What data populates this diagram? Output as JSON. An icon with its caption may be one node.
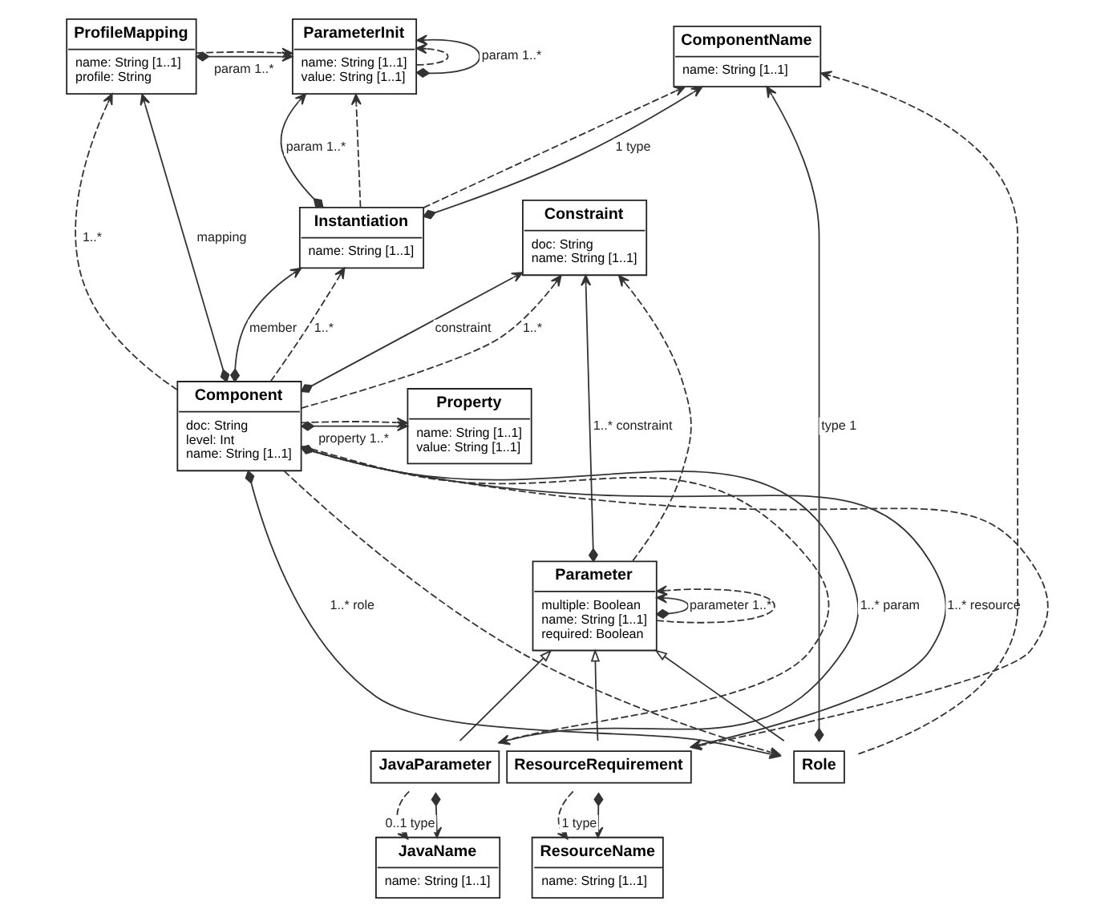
{
  "diagram": {
    "nodes": [
      {
        "text": [
          "ParameterInit",
          "name: String [1..1]",
          "value: String [1..1]"
        ]
      },
      {
        "text": [
          "ProfileMapping",
          "name: String [1..1]",
          "profile: String"
        ]
      },
      {
        "text": [
          "ComponentName",
          "name: String [1..1]"
        ]
      },
      {
        "text": [
          "Instantiation",
          "name: String [1..1]"
        ]
      },
      {
        "text": [
          "Constraint",
          "doc: String",
          "name: String [1..1]"
        ]
      },
      {
        "text": [
          "Component",
          "doc: String",
          "level: Int",
          "name: String [1..1]"
        ]
      },
      {
        "text": [
          "Property",
          "name: String [1..1]",
          "value: String [1..1]"
        ]
      },
      {
        "text": [
          "Parameter",
          "multiple: Boolean",
          "name: String [1..1]",
          "required: Boolean"
        ]
      },
      {
        "text": [
          "JavaParameter"
        ]
      },
      {
        "text": [
          "Role"
        ]
      },
      {
        "text": [
          "ResourceRequirement"
        ]
      },
      {
        "text": [
          "JavaName",
          "name: String [1..1]"
        ]
      },
      {
        "text": [
          "ResourceName",
          "name: String [1..1]"
        ]
      }
    ],
    "edges": [
      {
        "from": 0,
        "to": 0,
        "arrow": "to",
        "style": "dashed"
      },
      {
        "from": 0,
        "to": 0,
        "arrow": "to",
        "label": "param 1..*"
      },
      {
        "from": 1,
        "to": 0,
        "arrow": "to",
        "label": "param 1..*"
      },
      {
        "from": 1,
        "to": 0,
        "arrow": "to",
        "style": "dashed"
      },
      {
        "from": 3,
        "to": 0,
        "arrow": "to",
        "label": "param 1..*"
      },
      {
        "from": 3,
        "to": 0,
        "arrow": "to",
        "style": "dashed"
      },
      {
        "from": 3,
        "to": 2,
        "arrow": "to",
        "style": "dashed"
      },
      {
        "from": 3,
        "to": 2,
        "arrow": "to",
        "label": "1 type"
      },
      {
        "from": 9,
        "to": 2,
        "arrow": "to",
        "label": "type 1"
      },
      {
        "from": 9,
        "to": 2,
        "arrow": "to",
        "style": "dashed"
      },
      {
        "from": 5,
        "to": 3,
        "arrow": "to",
        "label": "member"
      },
      {
        "from": 5,
        "to": 3,
        "arrow": "to",
        "label": "1..*",
        "style": "dashed"
      },
      {
        "from": 5,
        "to": 1,
        "arrow": "to",
        "label": "1..*",
        "style": "dashed"
      },
      {
        "from": 5,
        "to": 1,
        "arrow": "to",
        "label": "mapping"
      },
      {
        "from": 5,
        "to": 4,
        "arrow": "to",
        "label": "constraint"
      },
      {
        "from": 5,
        "to": 4,
        "arrow": "to",
        "label": "1..*",
        "style": "dashed"
      },
      {
        "from": 7,
        "to": 4,
        "arrow": "to",
        "label": "1..* constraint"
      },
      {
        "from": 7,
        "to": 4,
        "arrow": "to",
        "style": "dashed"
      },
      {
        "from": 5,
        "to": 6,
        "arrow": "to",
        "label": "property 1..*"
      },
      {
        "from": 5,
        "to": 6,
        "arrow": "to",
        "style": "dashed"
      },
      {
        "from": 7,
        "to": 7,
        "arrow": "to",
        "label": "parameter 1..*"
      },
      {
        "from": 7,
        "to": 7,
        "arrow": "to",
        "style": "dashed"
      },
      {
        "from": 5,
        "to": 8,
        "arrow": "to",
        "style": "dashed"
      },
      {
        "from": 5,
        "to": 8,
        "arrow": "to",
        "label": "1..* param"
      },
      {
        "from": 8,
        "to": 7,
        "arrow": "to"
      },
      {
        "from": 10,
        "to": 7,
        "arrow": "to"
      },
      {
        "from": 9,
        "to": 7,
        "arrow": "to"
      },
      {
        "from": 5,
        "to": 10,
        "arrow": "to",
        "label": "1..* resource"
      },
      {
        "from": 5,
        "to": 10,
        "arrow": "to",
        "style": "dashed"
      },
      {
        "from": 5,
        "to": 9,
        "arrow": "to",
        "label": "1..* role"
      },
      {
        "from": 5,
        "to": 9,
        "arrow": "to",
        "style": "dashed"
      },
      {
        "from": 8,
        "to": 11,
        "arrow": "to",
        "style": "dashed"
      },
      {
        "from": 8,
        "to": 11,
        "arrow": "to",
        "label": "0..1 type"
      },
      {
        "from": 10,
        "to": 12,
        "arrow": "to",
        "style": "dashed"
      },
      {
        "from": 10,
        "to": 12,
        "arrow": "to",
        "label": "1 type"
      }
    ]
  }
}
